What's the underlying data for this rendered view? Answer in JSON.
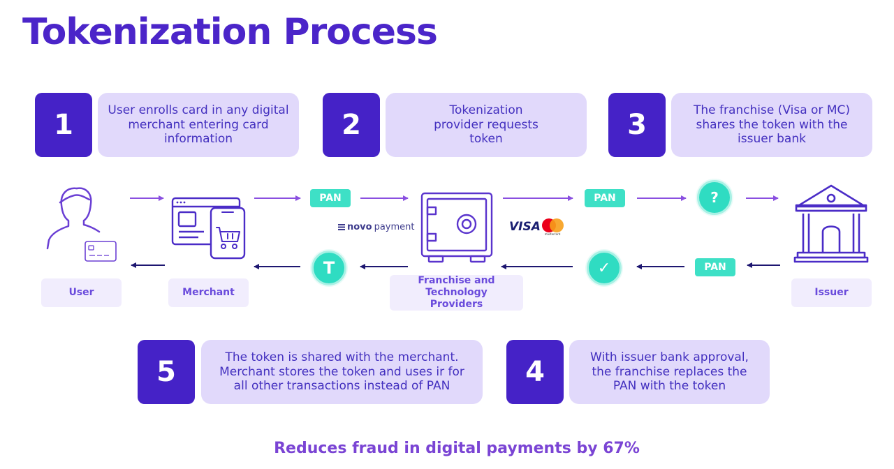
{
  "title": "Tokenization Process",
  "steps": [
    {
      "number": "1",
      "text": "User enrolls card in any digital merchant entering card information"
    },
    {
      "number": "2",
      "text": "Tokenization provider requests token"
    },
    {
      "number": "3",
      "text": "The franchise (Visa or MC) shares the token with the issuer bank"
    },
    {
      "number": "4",
      "text": "With issuer bank approval, the franchise replaces the PAN with the token"
    },
    {
      "number": "5",
      "text": "The token is shared with the merchant. Merchant stores the token and uses ir for all other transactions instead of PAN"
    }
  ],
  "actors": {
    "user": "User",
    "merchant": "Merchant",
    "providers": "Franchise and Technology Providers",
    "issuer": "Issuer"
  },
  "badges": {
    "pan_label": "PAN",
    "question_mark": "?",
    "token_letter": "T",
    "check_mark": "✓"
  },
  "logos": {
    "novopayment_prefix": "novo",
    "novopayment_suffix": "payment",
    "visa": "VISA",
    "mastercard": "mastercard"
  },
  "colors": {
    "primary_purple": "#4522c7",
    "light_lavender": "#e1d9fb",
    "teal": "#2fdcc2",
    "arrow_top": "#8a4fe0",
    "arrow_bottom": "#1d1670"
  },
  "footer": "Reduces fraud in digital payments by 67%"
}
